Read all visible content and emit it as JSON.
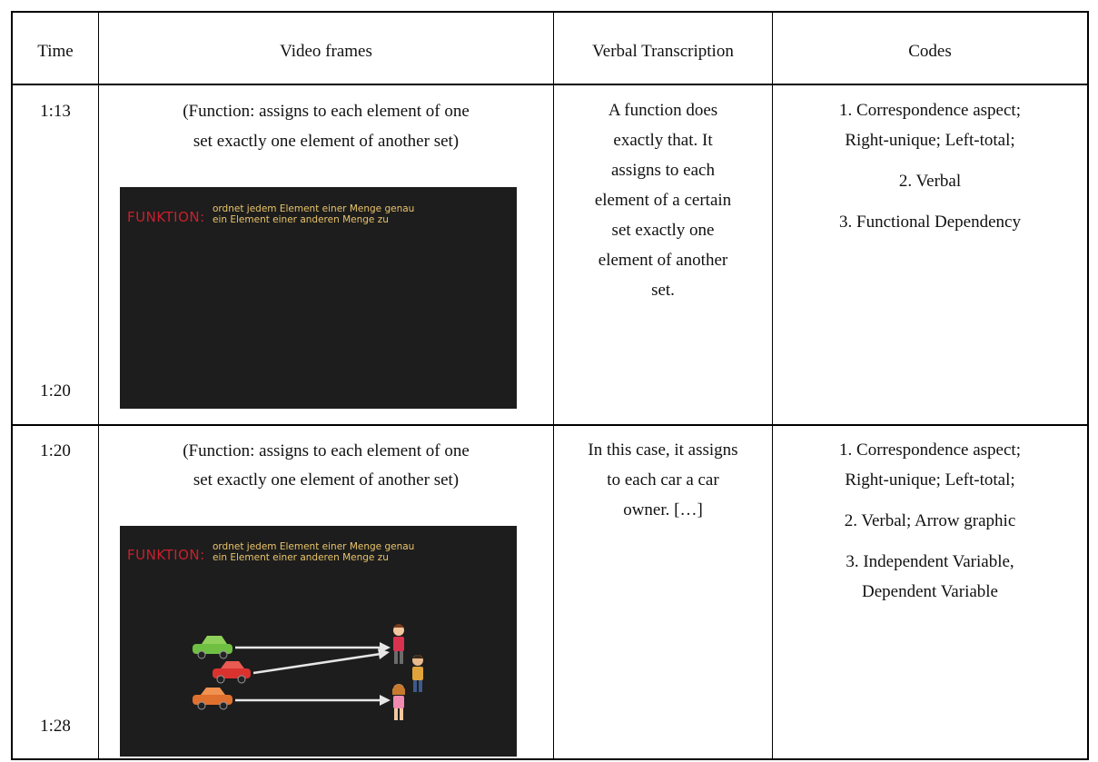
{
  "headers": {
    "time": "Time",
    "frames": "Video frames",
    "transcription": "Verbal Transcription",
    "codes": "Codes"
  },
  "rows": [
    {
      "time_start": "1:13",
      "time_end": "1:20",
      "caption_line1": "(Function: assigns to each element of one",
      "caption_line2": "set exactly one element of another set)",
      "frame_title": "FUNKTION:",
      "frame_text_line1": "ordnet jedem Element einer Menge genau",
      "frame_text_line2": "ein Element einer anderen Menge zu",
      "transcription": [
        "A function does",
        "exactly that. It",
        "assigns to each",
        "element of a certain",
        "set exactly one",
        "element of another",
        "set."
      ],
      "codes": [
        "1. Correspondence aspect;",
        "Right-unique; Left-total;",
        "2. Verbal",
        "3. Functional Dependency"
      ]
    },
    {
      "time_start": "1:20",
      "time_end": "1:28",
      "caption_line1": "(Function: assigns to each element of one",
      "caption_line2": "set exactly one element of another set)",
      "frame_title": "FUNKTION:",
      "frame_text_line1": "ordnet jedem Element einer Menge genau",
      "frame_text_line2": "ein Element einer anderen Menge zu",
      "transcription": [
        "In this case, it assigns",
        "to each car a car",
        "owner. […]"
      ],
      "codes": [
        "1. Correspondence aspect;",
        "Right-unique; Left-total;",
        "2. Verbal; Arrow graphic",
        "3. Independent Variable,",
        "Dependent Variable"
      ]
    }
  ],
  "colors": {
    "frame_bg": "#1d1d1d",
    "frame_title": "#c8202e",
    "frame_text": "#e9c46a"
  }
}
